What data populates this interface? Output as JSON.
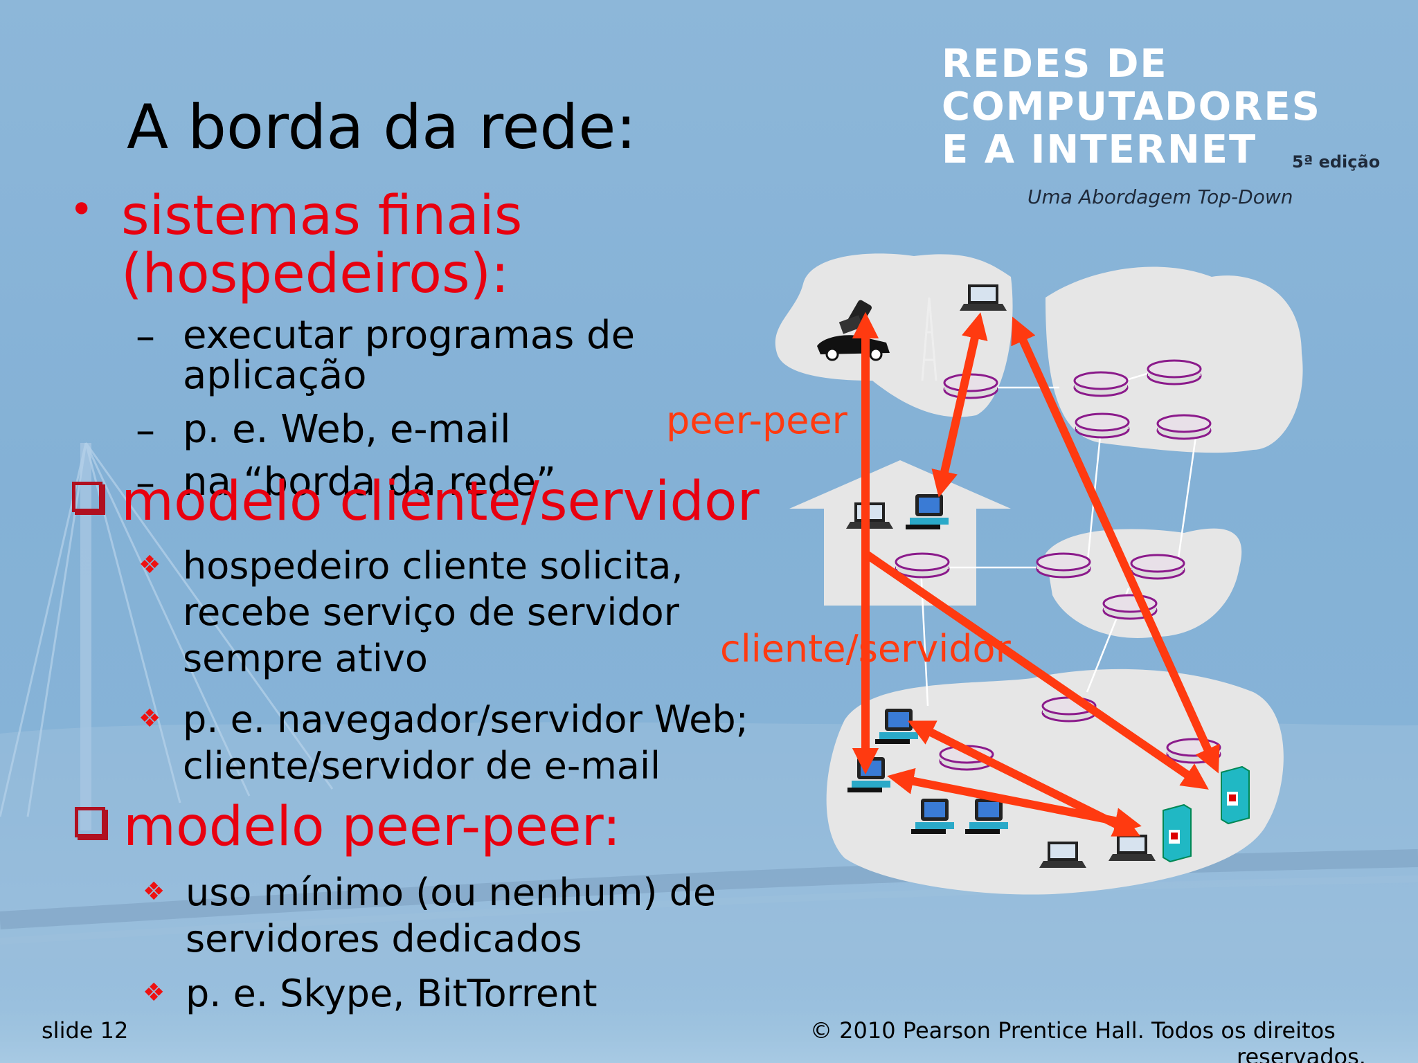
{
  "slide": {
    "title": "A borda da rede:",
    "bullet_marker": "•",
    "main_bullet_line1": "sistemas finais",
    "main_bullet_line2": "(hospedeiros):",
    "sub_items": [
      {
        "dash": "–",
        "line1": "executar programas de",
        "line2": "aplicação"
      },
      {
        "dash": "–",
        "line1": "p. e. Web, e-mail",
        "line2": ""
      },
      {
        "dash": "–",
        "line1": "na “borda da rede”",
        "line2": ""
      }
    ],
    "client_server": {
      "heading": "modelo cliente/servidor",
      "items": [
        {
          "line1": "hospedeiro cliente solicita,",
          "line2": "recebe serviço de servidor",
          "line3": "sempre ativo"
        },
        {
          "line1": "p. e. navegador/servidor Web;",
          "line2": "cliente/servidor de e-mail",
          "line3": ""
        }
      ]
    },
    "peer_peer": {
      "heading": "modelo peer-peer:",
      "items": [
        {
          "line1": "uso mínimo (ou nenhum) de",
          "line2": "servidores dedicados"
        },
        {
          "line1": "p. e. Skype,  BitTorrent",
          "line2": ""
        }
      ]
    },
    "diamond_glyph": "❖",
    "diagram_labels": {
      "peer": "peer-peer",
      "client_server": "cliente/servidor"
    },
    "logo": {
      "line1": "REDES DE",
      "line2": "COMPUTADORES",
      "line3": "E A INTERNET",
      "edition": "5ª edição",
      "subtitle": "Uma Abordagem Top-Down"
    },
    "footer": {
      "slide_number": "slide 12",
      "copyright_line1": "© 2010 Pearson Prentice Hall. Todos os direitos",
      "copyright_line2": "reservados."
    },
    "colors": {
      "background": "#86b3d7",
      "accent_red": "#e8000f",
      "arrow": "#ff3a10",
      "router": "#8b1a8b"
    }
  }
}
